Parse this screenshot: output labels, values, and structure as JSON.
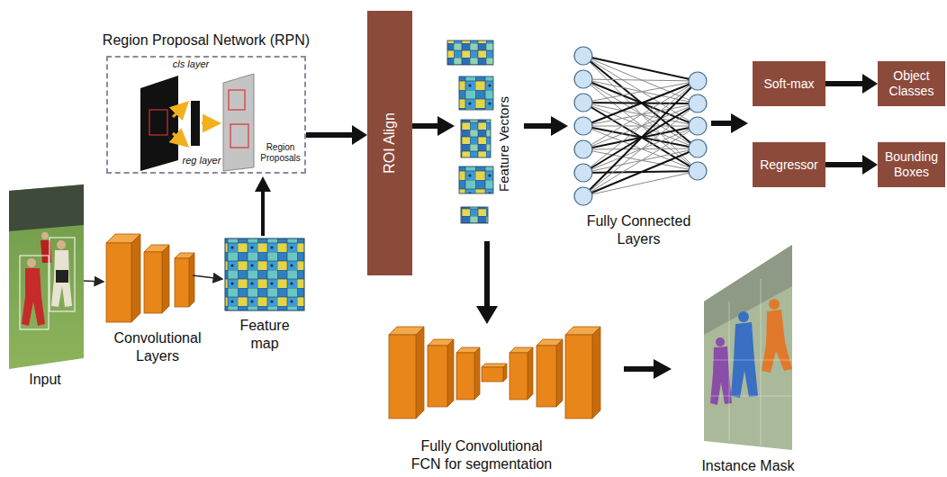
{
  "diagram": {
    "nodes": [
      {
        "text": [
          "Region Proposal Network (RPN)"
        ]
      },
      {
        "text": [
          "ROI Align"
        ]
      },
      {
        "text": [
          "Soft-max"
        ]
      },
      {
        "text": [
          "Object Classes"
        ]
      },
      {
        "text": [
          "Regressor"
        ]
      },
      {
        "text": [
          "Bounding Boxes"
        ]
      }
    ],
    "edges": [
      {
        "from": 0,
        "to": 1,
        "arrow": "to"
      },
      {
        "from": 2,
        "to": 3,
        "arrow": "to"
      },
      {
        "from": 4,
        "to": 5,
        "arrow": "to"
      }
    ],
    "labels": [
      "cls layer",
      "reg layer",
      "Region Proposals",
      "Input",
      "Convolutional Layers",
      "Feature map",
      "Feature Vectors",
      "Fully Connected Layers",
      "Fully Convolutional FCN for segmentation",
      "Instance Mask"
    ]
  }
}
